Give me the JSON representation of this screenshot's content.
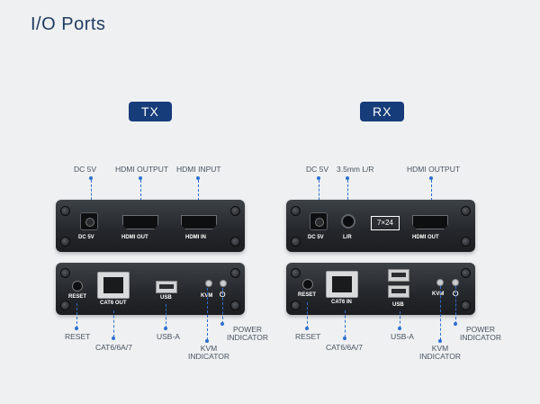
{
  "title": "I/O Ports",
  "tx": {
    "badge": "TX",
    "top_callouts": {
      "dc": "DC 5V",
      "hdmi_out": "HDMI OUTPUT",
      "hdmi_in": "HDMI INPUT"
    },
    "front_labels": {
      "dc": "DC 5V",
      "hdmi_out": "HDMI OUT",
      "hdmi_in": "HDMI IN"
    },
    "rear_labels": {
      "reset": "RESET",
      "cat": "CAT6 OUT",
      "usb": "USB",
      "kvm": "KVM"
    },
    "bottom_callouts": {
      "reset": "RESET",
      "cat": "CAT6/6A/7",
      "usb": "USB-A",
      "kvm": "KVM INDICATOR",
      "power": "POWER INDICATOR"
    }
  },
  "rx": {
    "badge": "RX",
    "top_callouts": {
      "dc": "DC 5V",
      "audio": "3.5mm L/R",
      "hdmi_out": "HDMI OUTPUT"
    },
    "front_labels": {
      "dc": "DC 5V",
      "audio": "L/R",
      "box": "7×24",
      "hdmi_out": "HDMI OUT"
    },
    "rear_labels": {
      "reset": "RESET",
      "cat": "CAT6 IN",
      "usb": "USB",
      "kvm": "KVM"
    },
    "bottom_callouts": {
      "reset": "RESET",
      "cat": "CAT6/6A/7",
      "usb": "USB-A",
      "kvm": "KVM INDICATOR",
      "power": "POWER INDICATOR"
    }
  },
  "icons": [
    "power-icon",
    "led-indicator"
  ],
  "colors": {
    "accent": "#173c7a",
    "callout_line": "#2c6fd0",
    "device": "#24272b"
  }
}
